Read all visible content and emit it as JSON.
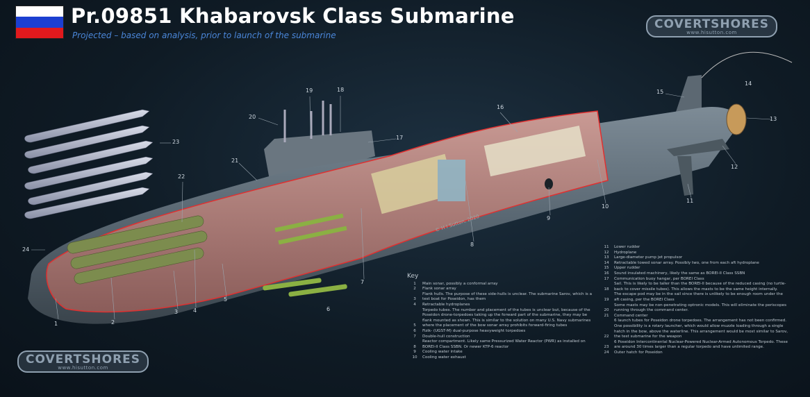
{
  "title": "Pr.09851 Khabarovsk Class Submarine",
  "subtitle": "Projected – based on analysis, prior to launch of the submarine",
  "flag": {
    "colors": [
      "#ffffff",
      "#1c3fd1",
      "#e0191d"
    ]
  },
  "logo": {
    "name": "COVERTSHORES",
    "url": "www.hisutton.com"
  },
  "copyright": "© H I Sutton, 2020",
  "callouts": [
    "1",
    "2",
    "3",
    "4",
    "5",
    "6",
    "7",
    "8",
    "9",
    "10",
    "11",
    "12",
    "13",
    "14",
    "15",
    "16",
    "17",
    "18",
    "19",
    "20",
    "21",
    "22",
    "23",
    "24"
  ],
  "key": {
    "heading": "Key",
    "items": [
      {
        "n": "1",
        "text": "Main sonar, possibly a conformal array"
      },
      {
        "n": "2",
        "text": "Flank sonar array"
      },
      {
        "n": "3",
        "text": "Flank hulls. The purpose of these side-hulls is unclear. The submarine Sarov, which is a test boat for Poseidon, has them"
      },
      {
        "n": "4",
        "text": "Retractable hydroplanes"
      },
      {
        "n": "5",
        "text": "Torpedo tubes. The number and placement of the tubes is unclear but, because of the Poseidon drone-torpedoes taking up the forward part of the submarine, they may be flank mounted as shown. This is similar to the solution on many U.S. Navy submarines where the placement of the bow sonar array prohibits forward-firing tubes"
      },
      {
        "n": "6",
        "text": "Fizik- (UGST-M) dual-purpose heavyweight torpedoes"
      },
      {
        "n": "7",
        "text": "Double-hull construction"
      },
      {
        "n": "8",
        "text": "Reactor compartment. Likely same Pressurized Water Reactor (PWR) as installed on BOREI-II Class SSBN. Or newer KTP-6 reactor"
      },
      {
        "n": "9",
        "text": "Cooling water intake"
      },
      {
        "n": "10",
        "text": "Cooling water exhaust"
      },
      {
        "n": "11",
        "text": "Lower rudder"
      },
      {
        "n": "12",
        "text": "Hydroplane"
      },
      {
        "n": "13",
        "text": "Large-diameter pump jet propulsor"
      },
      {
        "n": "14",
        "text": "Retractable towed sonar array. Possibly two, one from each aft hydroplane"
      },
      {
        "n": "15",
        "text": "Upper rudder"
      },
      {
        "n": "16",
        "text": "Sound insulated machinery, likely the same as BOREI-II Class SSBN"
      },
      {
        "n": "17",
        "text": "Communication buoy hangar, per BOREI Class"
      },
      {
        "n": "18",
        "text": "Sail. This is likely to be taller than the BOREI-II because of the reduced casing (no turtle-back to cover missile tubes). This allows the masts to be the same height internally."
      },
      {
        "n": "19",
        "text": "The escape pod may be in the sail since there is unlikely to be enough room under the aft casing, per the BOREI Class"
      },
      {
        "n": "20",
        "text": "Some masts may be non-penetrating optronic models. This will eliminate the periscopes running through the command center."
      },
      {
        "n": "21",
        "text": "Command center"
      },
      {
        "n": "22",
        "text": "6 launch tubes for Poseidon drone torpedoes. The arrangement has not been confirmed. One possibility is a rotary launcher, which would allow muzzle loading through a single hatch in the bow, above the waterline. This arrangement would be most similar to Sarov, the test submarine for the weapon"
      },
      {
        "n": "23",
        "text": "6 Poseidon Intercontinental Nuclear-Powered Nuclear-Armed Autonomous Torpedo. These are around 30 times larger than a regular torpedo and have unlimited range."
      },
      {
        "n": "24",
        "text": "Outer hatch for Poseidon"
      }
    ]
  }
}
